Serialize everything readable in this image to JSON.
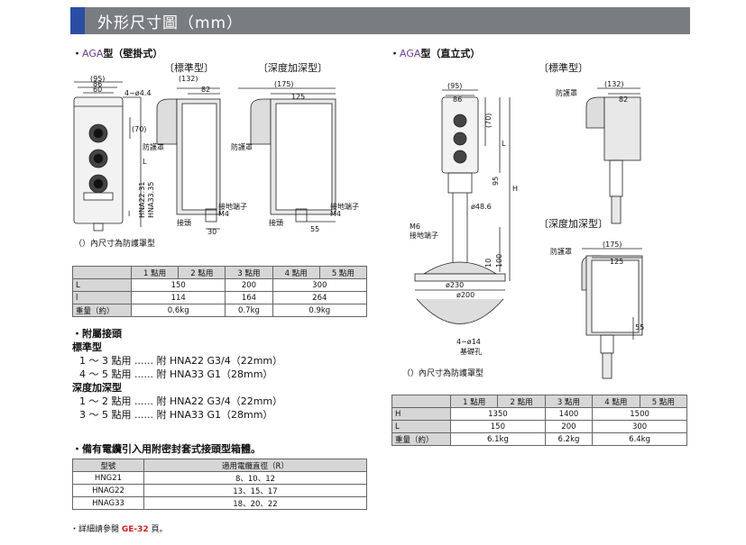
{
  "header": {
    "title": "外形尺寸圖（mm）"
  },
  "left": {
    "section_title_prefix": "AGA",
    "section_title_suffix": "型（壁掛式）",
    "std_label": "〔標準型〕",
    "deep_label": "〔深度加深型〕",
    "dims_front": [
      "(95)",
      "86",
      "60",
      "4−ø4.4",
      "(70)"
    ],
    "dims_std": [
      "(132)",
      "82",
      "防護罩",
      "接地端子",
      "M4",
      "接頭",
      "30"
    ],
    "dims_deep": [
      "(175)",
      "125",
      "防護罩",
      "接地端子",
      "M4",
      "接頭",
      "55"
    ],
    "hna_labels": [
      "HNA22.31",
      "HNA33.35"
    ],
    "dim_L": "L",
    "dim_l": "l",
    "inner_note": "（）內尺寸為防護罩型",
    "table": {
      "headers": [
        "1 點用",
        "2 點用",
        "3 點用",
        "4 點用",
        "5 點用"
      ],
      "rows": [
        {
          "label": "L",
          "cells": [
            "150",
            "200",
            "300"
          ]
        },
        {
          "label": "l",
          "cells": [
            "114",
            "164",
            "264"
          ]
        },
        {
          "label": "重量（約）",
          "cells": [
            "0.6kg",
            "0.7kg",
            "0.9kg"
          ]
        }
      ]
    },
    "accessory": {
      "title": "附屬接頭",
      "std_title": "標準型",
      "std_lines": [
        "1 ～ 3 點用 ...... 附 HNA22 G3/4（22mm）",
        "4 ～ 5 點用 ...... 附 HNA33 G1（28mm）"
      ],
      "deep_title": "深度加深型",
      "deep_lines": [
        "1 ～ 2 點用 ...... 附 HNA22 G3/4（22mm）",
        "3 ～ 5 點用 ...... 附 HNA33 G1（28mm）"
      ]
    },
    "cable": {
      "title": "備有電纜引入用附密封套式接頭型箱體。",
      "headers": [
        "型號",
        "適用電纜直徑（R）"
      ],
      "rows": [
        [
          "HNG21",
          "8、10、12"
        ],
        [
          "HNAG22",
          "13、15、17"
        ],
        [
          "HNAG33",
          "18、20、22"
        ]
      ]
    },
    "footer_prefix": "・詳細請參閱",
    "footer_ref": "GE-32",
    "footer_suffix": "頁。"
  },
  "right": {
    "section_title_prefix": "AGA",
    "section_title_suffix": "型（直立式）",
    "std_label": "〔標準型〕",
    "deep_label": "〔深度加深型〕",
    "dims_front": [
      "(95)",
      "86",
      "(70)",
      "L",
      "95",
      "H",
      "ø48.6",
      "M6",
      "接地端子",
      "10",
      "100",
      "ø230",
      "ø200",
      "4−ø14",
      "基礎孔"
    ],
    "dims_std": [
      "(132)",
      "82",
      "防護罩"
    ],
    "dims_deep": [
      "(175)",
      "125",
      "防護罩",
      "55"
    ],
    "inner_note": "（）內尺寸為防護罩型",
    "table": {
      "headers": [
        "1 點用",
        "2 點用",
        "3 點用",
        "4 點用",
        "5 點用"
      ],
      "rows": [
        {
          "label": "H",
          "cells": [
            "1350",
            "1400",
            "1500"
          ]
        },
        {
          "label": "L",
          "cells": [
            "150",
            "200",
            "300"
          ]
        },
        {
          "label": "重量（約）",
          "cells": [
            "6.1kg",
            "6.2kg",
            "6.4kg"
          ]
        }
      ]
    }
  }
}
